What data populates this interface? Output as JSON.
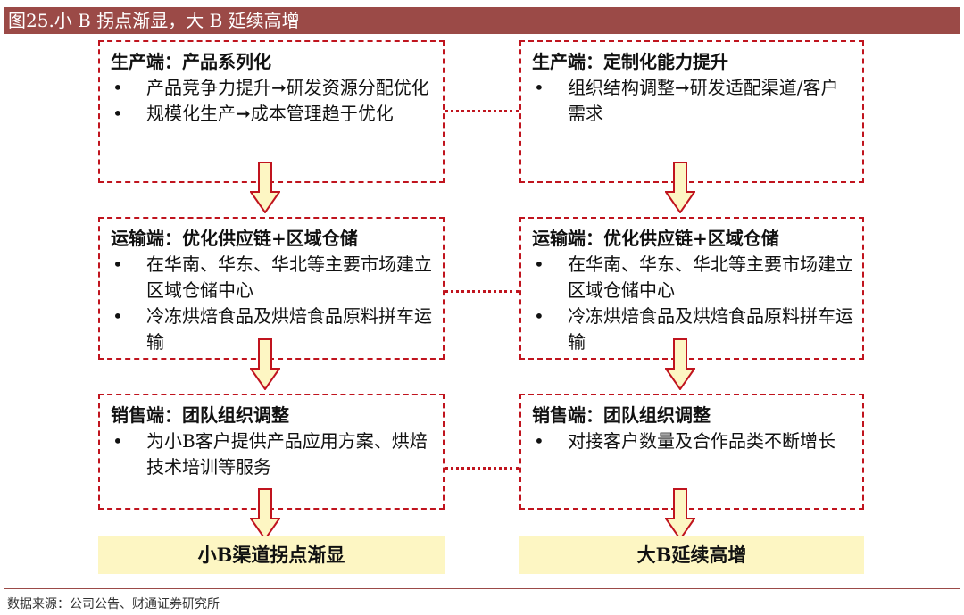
{
  "title": "图25.小 B 拐点渐显，大 B 延续高增",
  "left": [
    {
      "header": "生产端：产品系列化",
      "bullets": [
        "产品竞争力提升➞研发资源分配优化",
        "规模化生产➞成本管理趋于优化"
      ]
    },
    {
      "header": "运输端：优化供应链+区域仓储",
      "bullets": [
        "在华南、华东、华北等主要市场建立区域仓储中心",
        "冷冻烘焙食品及烘焙食品原料拼车运输"
      ]
    },
    {
      "header": "销售端：团队组织调整",
      "bullets": [
        "为小B客户提供产品应用方案、烘焙技术培训等服务"
      ]
    }
  ],
  "right": [
    {
      "header": "生产端：定制化能力提升",
      "bullets": [
        "组织结构调整➞研发适配渠道/客户需求"
      ]
    },
    {
      "header": "运输端：优化供应链+区域仓储",
      "bullets": [
        "在华南、华东、华北等主要市场建立区域仓储中心",
        "冷冻烘焙食品及烘焙食品原料拼车运输"
      ]
    },
    {
      "header": "销售端：团队组织调整",
      "bullets": [
        "对接客户数量及合作品类不断增长"
      ]
    }
  ],
  "bullet_char": "•",
  "results": {
    "left": "小B渠道拐点渐显",
    "right": "大B延续高增"
  },
  "source": "数据来源：公司公告、财通证券研究所",
  "colors": {
    "title_bg": "#9b4a47",
    "border": "#c0141e",
    "result_bg": "#fdf6c3"
  }
}
